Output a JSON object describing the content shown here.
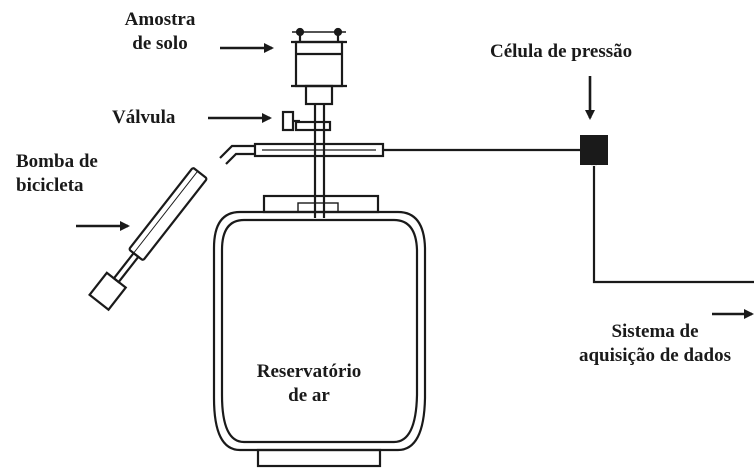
{
  "labels": {
    "amostra_line1": "Amostra",
    "amostra_line2": "de solo",
    "valvula": "Válvula",
    "bomba_line1": "Bomba de",
    "bomba_line2": "bicicleta",
    "celula": "Célula de pressão",
    "sistema_line1": "Sistema de",
    "sistema_line2": "aquisição de dados",
    "reservatorio_line1": "Reservatório",
    "reservatorio_line2": "de ar"
  },
  "colors": {
    "stroke": "#1a1a1a",
    "background": "#ffffff"
  }
}
